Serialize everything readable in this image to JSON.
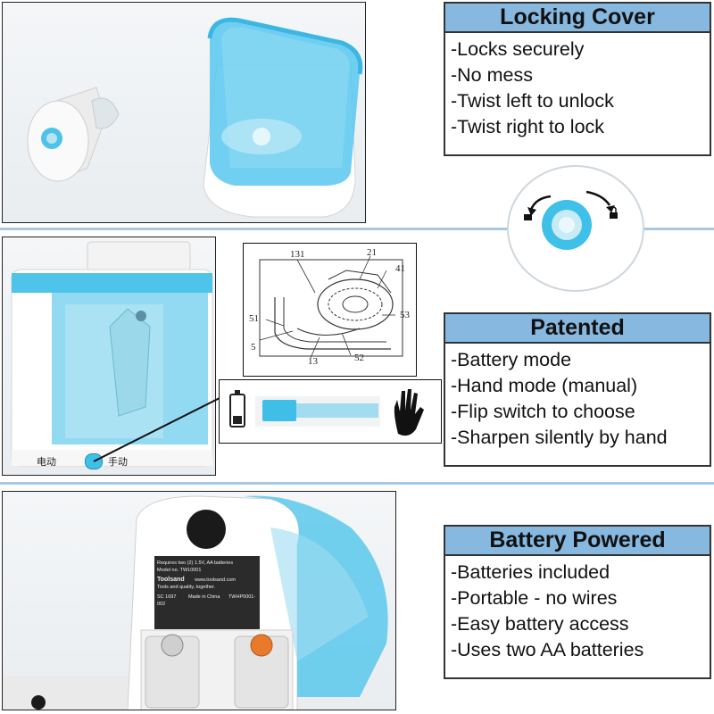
{
  "panels": {
    "locking": {
      "title": "Locking Cover",
      "items": [
        "-Locks securely",
        "-No mess",
        "-Twist left to unlock",
        "-Twist right to lock"
      ]
    },
    "patented": {
      "title": "Patented",
      "items": [
        "-Battery mode",
        "-Hand mode (manual)",
        "-Flip switch to choose",
        "-Sharpen silently by hand"
      ]
    },
    "battery": {
      "title": "Battery Powered",
      "items": [
        "-Batteries included",
        "-Portable - no wires",
        "-Easy battery access",
        "-Uses two AA batteries"
      ]
    }
  },
  "switch_labels": {
    "electric": "电动",
    "manual": "手动"
  },
  "diagram_labels": {
    "l131": "131",
    "l21": "21",
    "l41": "41",
    "l51": "51",
    "l53": "53",
    "l5": "5",
    "l13": "13",
    "l52": "52"
  },
  "device_label": {
    "line1": "Requires two (2) 1.5V, AA batteries",
    "line2": "Model no. TW10001",
    "brand": "Toolsand",
    "site": "www.toolsand.com",
    "tagline": "Tools and quality, together.",
    "cert": "SC 1697",
    "origin": "Made in China",
    "code": "TWHP0001-002"
  },
  "colors": {
    "accent": "#86b8e0",
    "device_blue": "#3fc0e8",
    "battery_orange": "#e87a2c"
  }
}
